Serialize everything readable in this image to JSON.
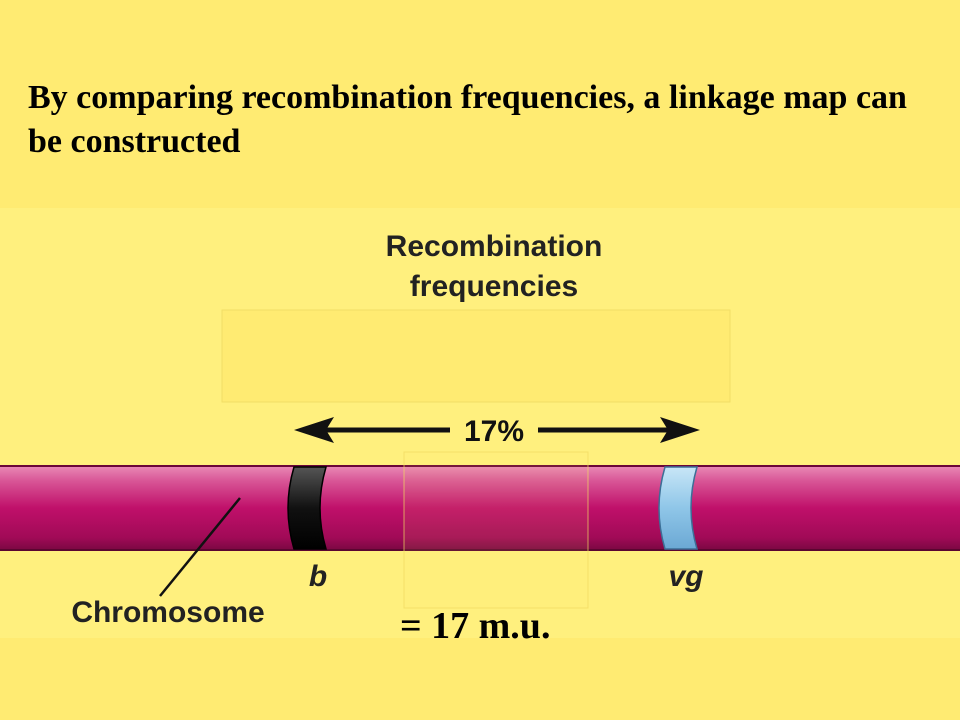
{
  "slide": {
    "title": "By comparing recombination frequencies, a linkage map can be constructed",
    "equation": "= 17 m.u."
  },
  "diagram": {
    "heading_line1": "Recombination",
    "heading_line2": "frequencies",
    "distance_label": "17%",
    "chromosome_label": "Chromosome",
    "genes": [
      {
        "symbol": "b",
        "color": "#101010"
      },
      {
        "symbol": "vg",
        "color": "#8FC6E8"
      }
    ],
    "colors": {
      "chromosome": "#C0106A",
      "background": "#FFEB72",
      "panel": "#FFF07E"
    }
  }
}
